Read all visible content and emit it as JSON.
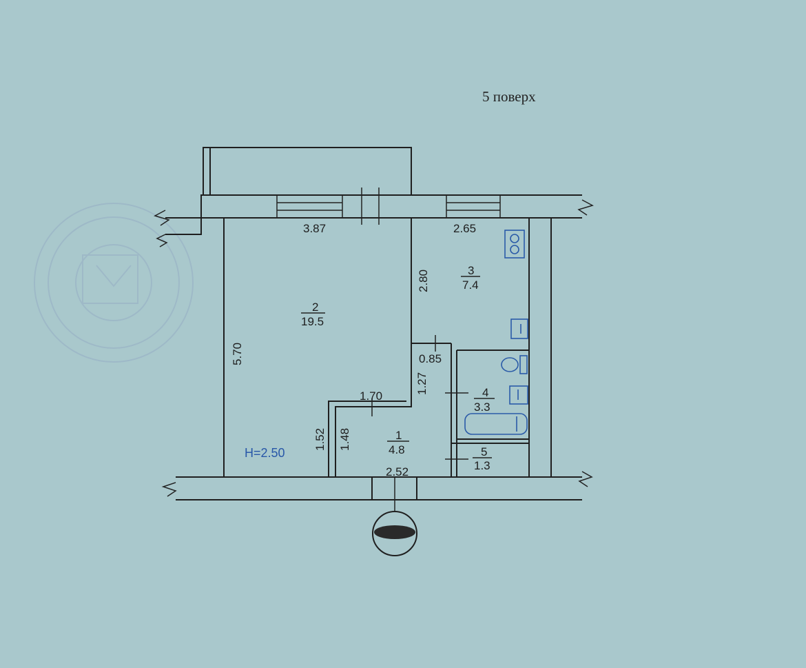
{
  "floor": "5 поверх",
  "ceiling_height": "H=2.50",
  "dimensions": {
    "room2_width": "3.87",
    "room3_width": "2.65",
    "room2_length": "5.70",
    "room3_depth": "2.80",
    "bath_door": "0.85",
    "hall_depth": "1.27",
    "hall_width_top": "1.70",
    "hall_left_1": "1.52",
    "hall_left_2": "1.48",
    "hall_bottom": "2.52"
  },
  "rooms": [
    {
      "number": "2",
      "area": "19.5"
    },
    {
      "number": "3",
      "area": "7.4"
    },
    {
      "number": "4",
      "area": "3.3"
    },
    {
      "number": "1",
      "area": "4.8"
    },
    {
      "number": "5",
      "area": "1.3"
    }
  ],
  "colors": {
    "paper": "#a9c8cc",
    "lines": "#1f1f1f",
    "fixtures": "#2a5aa8",
    "stamp": "#8a9fc0"
  },
  "icons": [
    "stamp-seal",
    "compass-marker",
    "stove-icon",
    "sink-icon",
    "toilet-icon",
    "bathtub-icon"
  ]
}
